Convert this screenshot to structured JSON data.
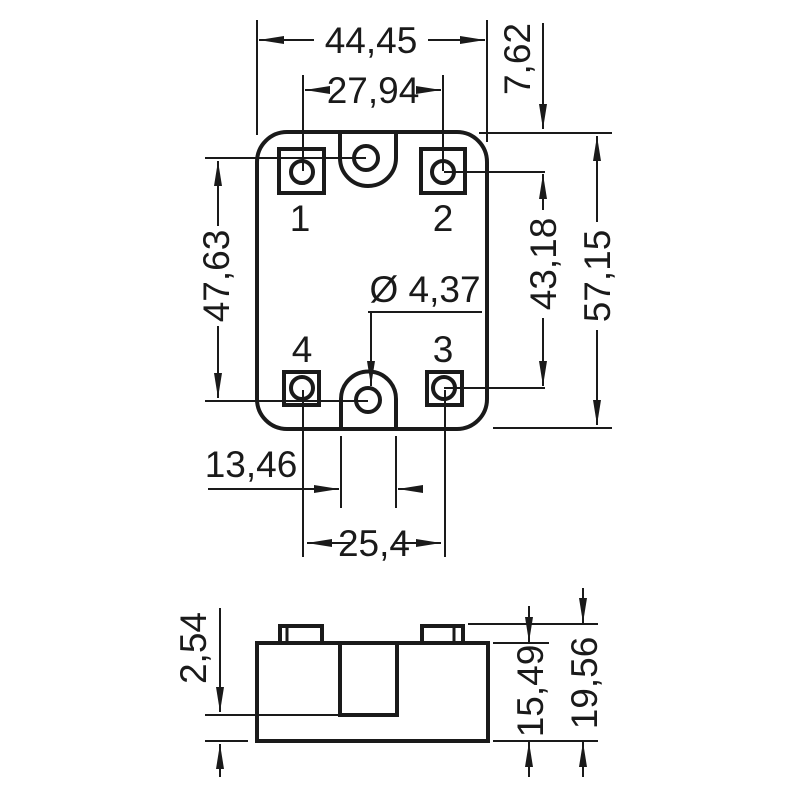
{
  "drawing": {
    "kind": "technical-dimension-drawing",
    "views": [
      "top-view",
      "side-view"
    ]
  },
  "top_view": {
    "terminals": {
      "t1": "1",
      "t2": "2",
      "t3": "3",
      "t4": "4"
    },
    "dimensions": {
      "overall_width": "44,45",
      "pin_spacing_top": "27,94",
      "top_edge_to_pin_row": "7,62",
      "overall_height": "57,15",
      "mounting_hole_spacing": "47,63",
      "pin_row_spacing": "43,18",
      "mounting_hole_diameter": "Ø 4,37",
      "slot_width": "13,46",
      "pin_spacing_bottom": "25,4"
    }
  },
  "side_view": {
    "dimensions": {
      "recess_floor_thickness": "2,54",
      "body_height": "15,49",
      "overall_height": "19,56"
    }
  },
  "style": {
    "line_color": "#1a1a1a",
    "background_color": "#ffffff"
  }
}
